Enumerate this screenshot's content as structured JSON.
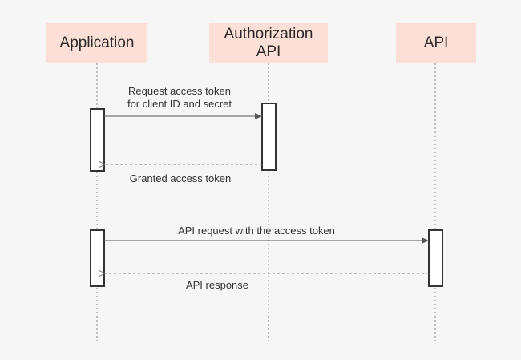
{
  "participants": {
    "application": "Application",
    "authorization_api_line1": "Authorization",
    "authorization_api_line2": "API",
    "api": "API"
  },
  "messages": {
    "request_token_line1": "Request access token",
    "request_token_line2": "for client ID and secret",
    "granted_token": "Granted access token",
    "api_request": "API request with the access token",
    "api_response": "API response"
  },
  "colors": {
    "background": "#f5f6f5",
    "participant_fill": "#fce0d7",
    "line": "#555555"
  }
}
